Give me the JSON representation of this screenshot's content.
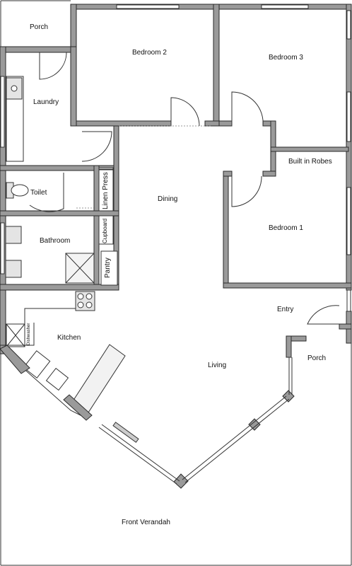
{
  "plan": {
    "rooms": [
      {
        "id": "porch-top",
        "label": "Porch"
      },
      {
        "id": "bedroom-2",
        "label": "Bedroom 2"
      },
      {
        "id": "bedroom-3",
        "label": "Bedroom 3"
      },
      {
        "id": "laundry",
        "label": "Laundry"
      },
      {
        "id": "built-in-robes",
        "label": "Built in Robes"
      },
      {
        "id": "toilet",
        "label": "Toilet"
      },
      {
        "id": "linen-press",
        "label": "Linen Press"
      },
      {
        "id": "dining",
        "label": "Dining"
      },
      {
        "id": "cupboard",
        "label": "Cupboard"
      },
      {
        "id": "bedroom-1",
        "label": "Bedroom 1"
      },
      {
        "id": "bathroom",
        "label": "Bathroom"
      },
      {
        "id": "pantry",
        "label": "Pantry"
      },
      {
        "id": "entry",
        "label": "Entry"
      },
      {
        "id": "kitchen",
        "label": "Kitchen"
      },
      {
        "id": "dishwasher",
        "label": "Dishwasher"
      },
      {
        "id": "porch-side",
        "label": "Porch"
      },
      {
        "id": "living",
        "label": "Living"
      },
      {
        "id": "front-verandah",
        "label": "Front Verandah"
      }
    ],
    "colors": {
      "wall": "#9a9a9a",
      "outline": "#2a2a2a",
      "fixture": "#e4e4e4"
    }
  }
}
